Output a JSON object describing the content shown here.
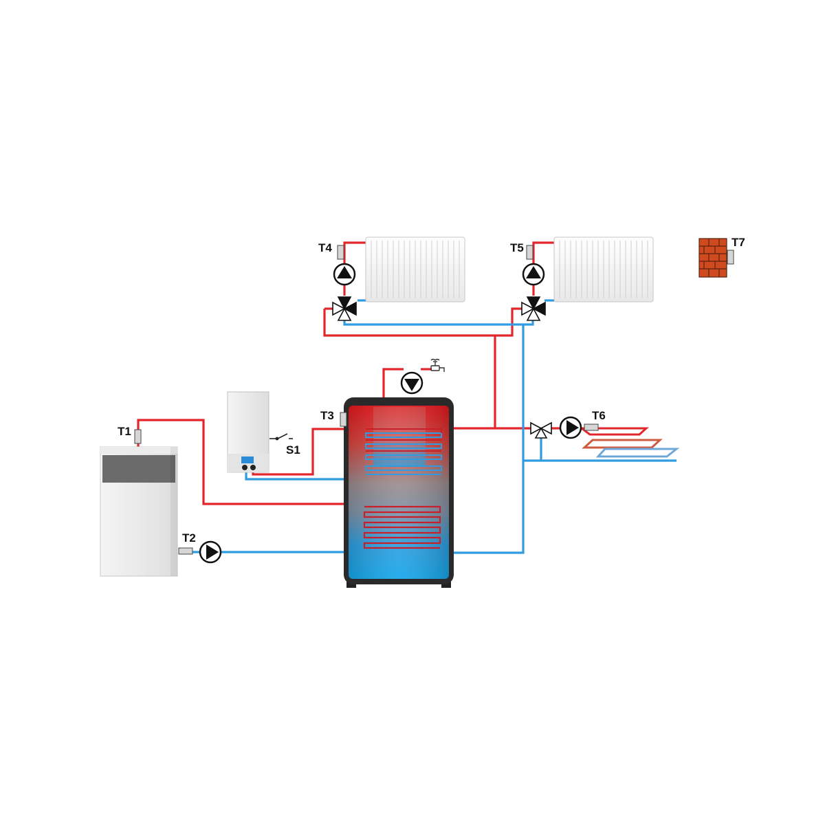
{
  "labels": {
    "t1": "T1",
    "t2": "T2",
    "t3": "T3",
    "t4": "T4",
    "t5": "T5",
    "t6": "T6",
    "t7": "T7",
    "s1": "S1"
  },
  "colors": {
    "hot_pipe": "#e3262b",
    "cold_pipe": "#2f9be0",
    "background": "#ffffff",
    "brick": "#cf4a1e",
    "label_text": "#111111"
  },
  "icons": {
    "circulation_pump": "pump-icon",
    "mixing_valve": "mixing-valve-icon",
    "temperature_sensor": "sensor-icon",
    "hot_water_tap": "tap-icon",
    "switch": "switch-icon"
  }
}
